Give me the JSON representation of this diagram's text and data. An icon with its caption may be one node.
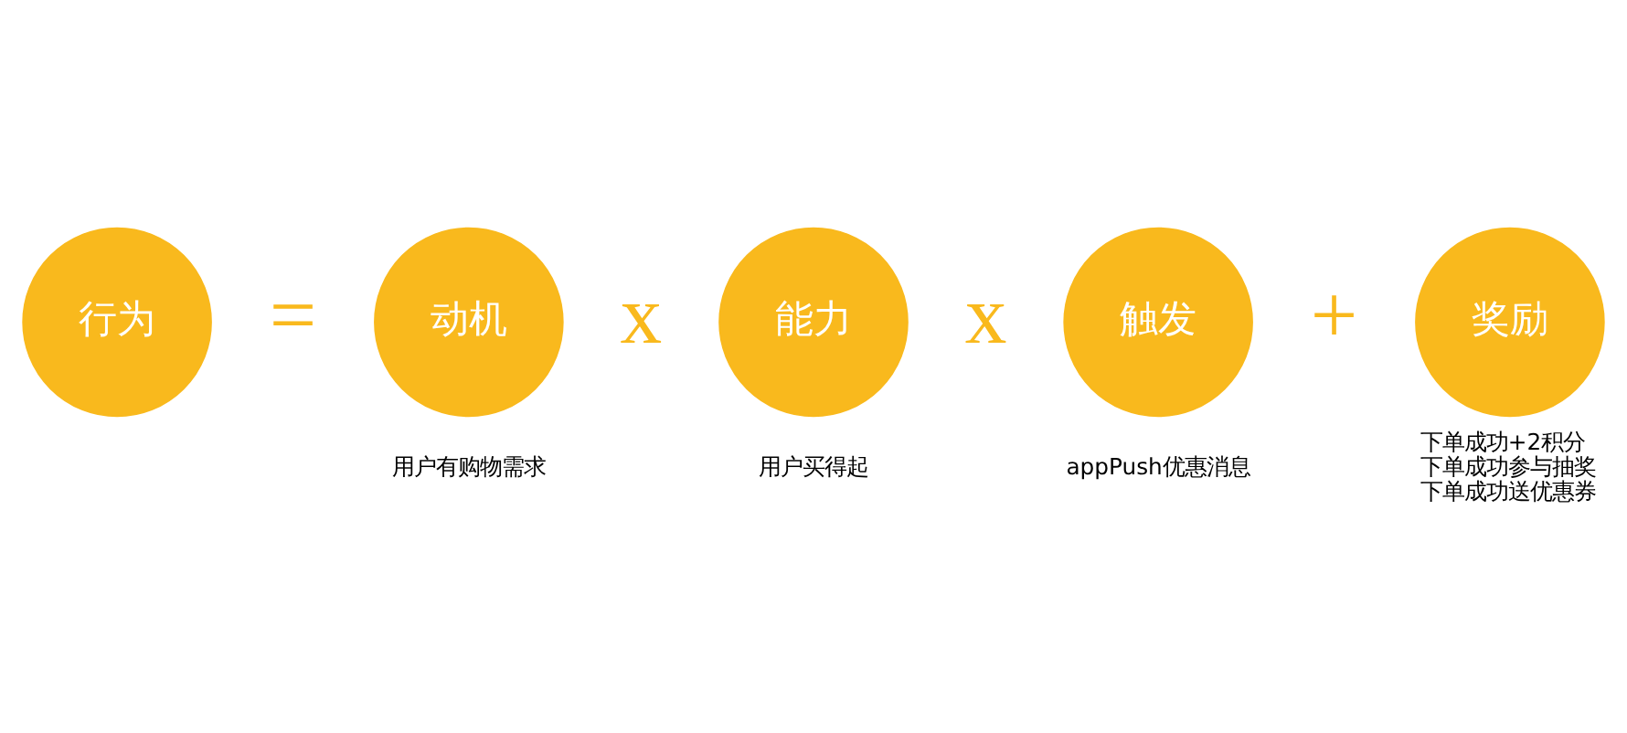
{
  "diagram": {
    "nodes": [
      {
        "text": [
          "行为"
        ]
      },
      {
        "text": [
          "动机"
        ],
        "beside": [
          "用户有购物需求"
        ]
      },
      {
        "text": [
          "能力"
        ],
        "beside": [
          "用户买得起"
        ]
      },
      {
        "text": [
          "触发"
        ],
        "beside": [
          "appPush优惠消息"
        ]
      },
      {
        "text": [
          "奖励"
        ],
        "beside": [
          "下单成功+2积分",
          "下单成功参与抽奖",
          "下单成功送优惠券"
        ]
      }
    ],
    "edges": [],
    "labels": [
      "=",
      "x",
      "x",
      "+"
    ]
  }
}
